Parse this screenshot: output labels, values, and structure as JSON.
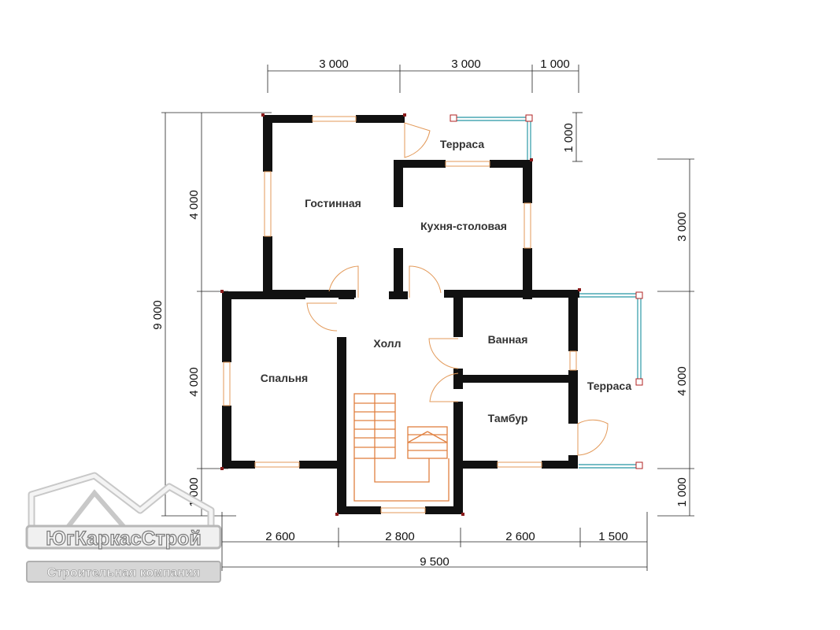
{
  "dimensions": {
    "top": [
      "3 000",
      "3 000",
      "1 000"
    ],
    "left_total": "9 000",
    "left_parts": [
      "4 000",
      "4 000",
      "1 000"
    ],
    "right_parts": [
      "1 000",
      "3 000",
      "4 000",
      "1 000"
    ],
    "bottom": [
      "2 600",
      "2 800",
      "2 600",
      "1 500"
    ],
    "bottom_total": "9 500"
  },
  "rooms": {
    "living": "Гостинная",
    "kitchen": "Кухня-столовая",
    "terrace_top": "Терраса",
    "hall": "Холл",
    "bath": "Ванная",
    "bedroom": "Спальня",
    "vestibule": "Тамбур",
    "terrace_right": "Терраса"
  },
  "logo": {
    "name": "ЮгКаркасСтрой",
    "tagline": "Строительная компания"
  },
  "colors": {
    "wall": "#111111",
    "window": "#e39a5a",
    "railing": "#4aa7b3"
  }
}
